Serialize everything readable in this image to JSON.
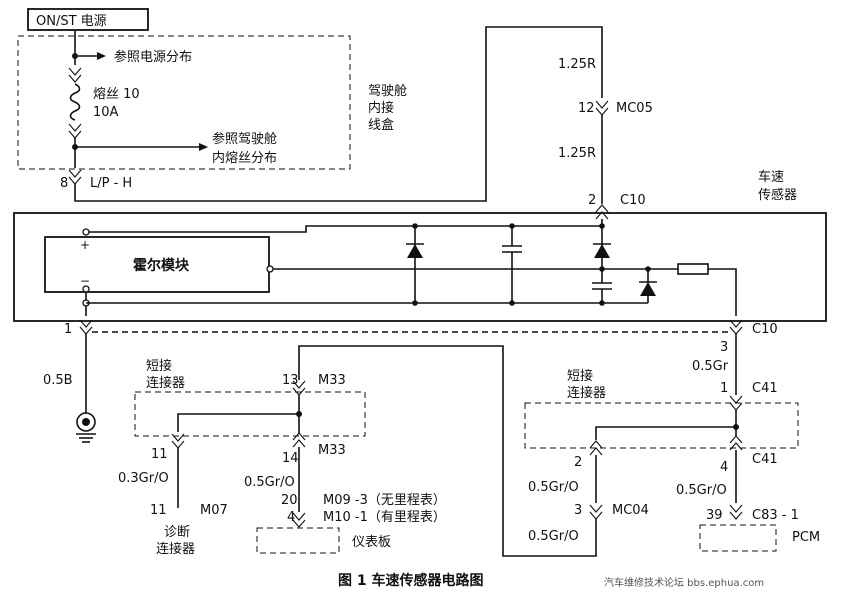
{
  "labels": {
    "power_source": "ON/ST 电源",
    "ref_power_dist": "参照电源分布",
    "fuse": "熔丝 10",
    "fuse_rating": "10A",
    "ref_cabin_fuse_1": "参照驾驶舱",
    "ref_cabin_fuse_2": "内熔丝分布",
    "cabin_box_1": "驾驶舱",
    "cabin_box_2": "内接",
    "cabin_box_3": "线盒",
    "pin_8": "8",
    "lph": "L/P - H",
    "wire_125r_top": "1.25R",
    "pin_12": "12",
    "mc05": "MC05",
    "wire_125r_bottom": "1.25R",
    "pin_2_c10": "2",
    "c10_top": "C10",
    "speed_sensor_1": "车速",
    "speed_sensor_2": "传感器",
    "hall_module": "霍尔模块",
    "plus": "+",
    "minus": "−",
    "pin_1": "1",
    "c10_right": "C10",
    "wire_05b": "0.5B",
    "short_conn_left_1": "短接",
    "short_conn_left_2": "连接器",
    "pin_13": "13",
    "m33_top": "M33",
    "pin_14": "14",
    "m33_bottom": "M33",
    "pin_11_upper": "11",
    "wire_03gro": "0.3Gr/O",
    "pin_11_lower": "11",
    "m07": "M07",
    "diag_conn_1": "诊断",
    "diag_conn_2": "连接器",
    "wire_05gro_left": "0.5Gr/O",
    "pin_20": "20",
    "pin_4_m10": "4",
    "m09": "M09 -3（无里程表）",
    "m10": "M10 -1（有里程表）",
    "instrument_panel": "仪表板",
    "pin_3_c10": "3",
    "wire_05gr": "0.5Gr",
    "short_conn_right_1": "短接",
    "short_conn_right_2": "连接器",
    "pin_1_c41": "1",
    "c41_top": "C41",
    "pin_2_mc": "2",
    "pin_4_c41": "4",
    "c41_bottom": "C41",
    "wire_05gro_mid1": "0.5Gr/O",
    "wire_05gro_right": "0.5Gr/O",
    "pin_3_mc04": "3",
    "mc04": "MC04",
    "pin_39": "39",
    "c83": "C83 - 1",
    "wire_05gro_mid2": "0.5Gr/O",
    "pcm": "PCM",
    "caption": "图 1  车速传感器电路图",
    "watermark": "汽车维修技术论坛 bbs.ephua.com"
  }
}
